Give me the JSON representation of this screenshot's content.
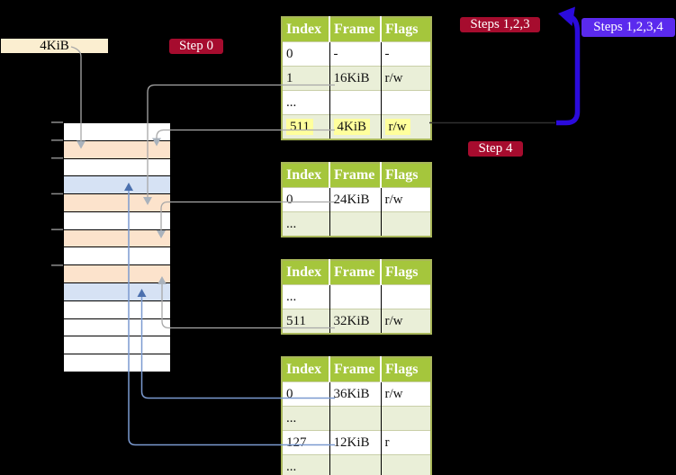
{
  "diagram_title": "recursive page table translation diagram",
  "frame_box": {
    "label": "4KiB"
  },
  "badges": {
    "step0": "Step 0",
    "steps123": "Steps 1,2,3",
    "steps1234": "Steps 1,2,3,4",
    "step4": "Step 4"
  },
  "tables": [
    {
      "headers": [
        "Index",
        "Frame",
        "Flags"
      ],
      "rows": [
        {
          "cells": [
            "0",
            "-",
            "-"
          ],
          "highlight": false
        },
        {
          "cells": [
            "1",
            "16KiB",
            "r/w"
          ],
          "highlight": false
        },
        {
          "cells": [
            "...",
            "",
            ""
          ],
          "highlight": false
        },
        {
          "cells": [
            "511",
            "4KiB",
            "r/w"
          ],
          "highlight": true
        }
      ]
    },
    {
      "headers": [
        "Index",
        "Frame",
        "Flags"
      ],
      "rows": [
        {
          "cells": [
            "0",
            "24KiB",
            "r/w"
          ],
          "highlight": false
        },
        {
          "cells": [
            "...",
            "",
            ""
          ],
          "highlight": false
        }
      ]
    },
    {
      "headers": [
        "Index",
        "Frame",
        "Flags"
      ],
      "rows": [
        {
          "cells": [
            "...",
            "",
            ""
          ],
          "highlight": false
        },
        {
          "cells": [
            "511",
            "32KiB",
            "r/w"
          ],
          "highlight": false
        }
      ]
    },
    {
      "headers": [
        "Index",
        "Frame",
        "Flags"
      ],
      "rows": [
        {
          "cells": [
            "0",
            "36KiB",
            "r/w"
          ],
          "highlight": false
        },
        {
          "cells": [
            "...",
            "",
            ""
          ],
          "highlight": false
        },
        {
          "cells": [
            "127",
            "12KiB",
            "r"
          ],
          "highlight": false
        },
        {
          "cells": [
            "...",
            "",
            ""
          ],
          "highlight": false
        }
      ]
    }
  ],
  "memory": {
    "rows": [
      "free",
      "pagetable",
      "free",
      "page",
      "pagetable",
      "free",
      "pagetable",
      "free",
      "pagetable",
      "page",
      "free",
      "free",
      "free",
      "free"
    ]
  },
  "colors": {
    "background": "#000000",
    "table_header_bg": "#a5c63c",
    "table_row_alt_bg": "#eaefd8",
    "table_border": "#a9b75a",
    "table_grid_line": "#c9cfa8",
    "highlight_yellow": "#ffff9c",
    "badge_crimson": "#a60c2e",
    "badge_purple": "#5b2aee",
    "loop_arrow_blue": "#2b0bdc",
    "connector_gray": "#a8a8a8",
    "connector_gray_head": "#a9b2bc",
    "connector_blue": "#7b9ad0",
    "connector_blue_head": "#4b70ae",
    "tick_gray": "#8c8c8c",
    "frame_label_bg": "#fbeed0",
    "memory": {
      "free": "#ffffff",
      "pagetable": "#fce3cc",
      "page": "#d6e2f4"
    }
  }
}
